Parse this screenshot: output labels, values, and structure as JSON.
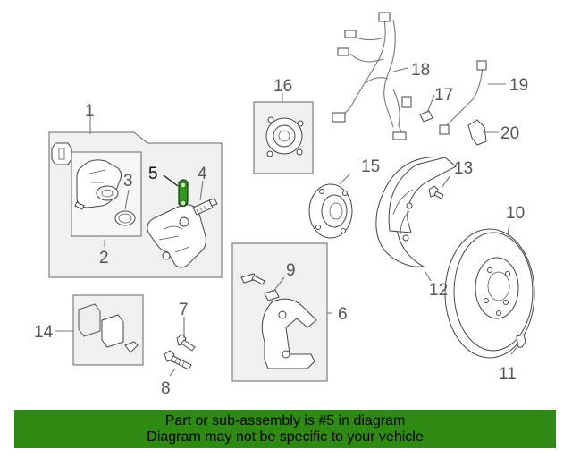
{
  "labels": {
    "l1": "1",
    "l2": "2",
    "l3": "3",
    "l4": "4",
    "l5": "5",
    "l6": "6",
    "l7": "7",
    "l8": "8",
    "l9": "9",
    "l10": "10",
    "l11": "11",
    "l12": "12",
    "l13": "13",
    "l14": "14",
    "l15": "15",
    "l16": "16",
    "l17": "17",
    "l18": "18",
    "l19": "19",
    "l20": "20"
  },
  "highlight_color": "#2e9c1a",
  "banner": {
    "line1": "Part or sub-assembly is #5 in diagram",
    "line2": "Diagram may not be specific to your vehicle",
    "background": "#2f8a13"
  }
}
